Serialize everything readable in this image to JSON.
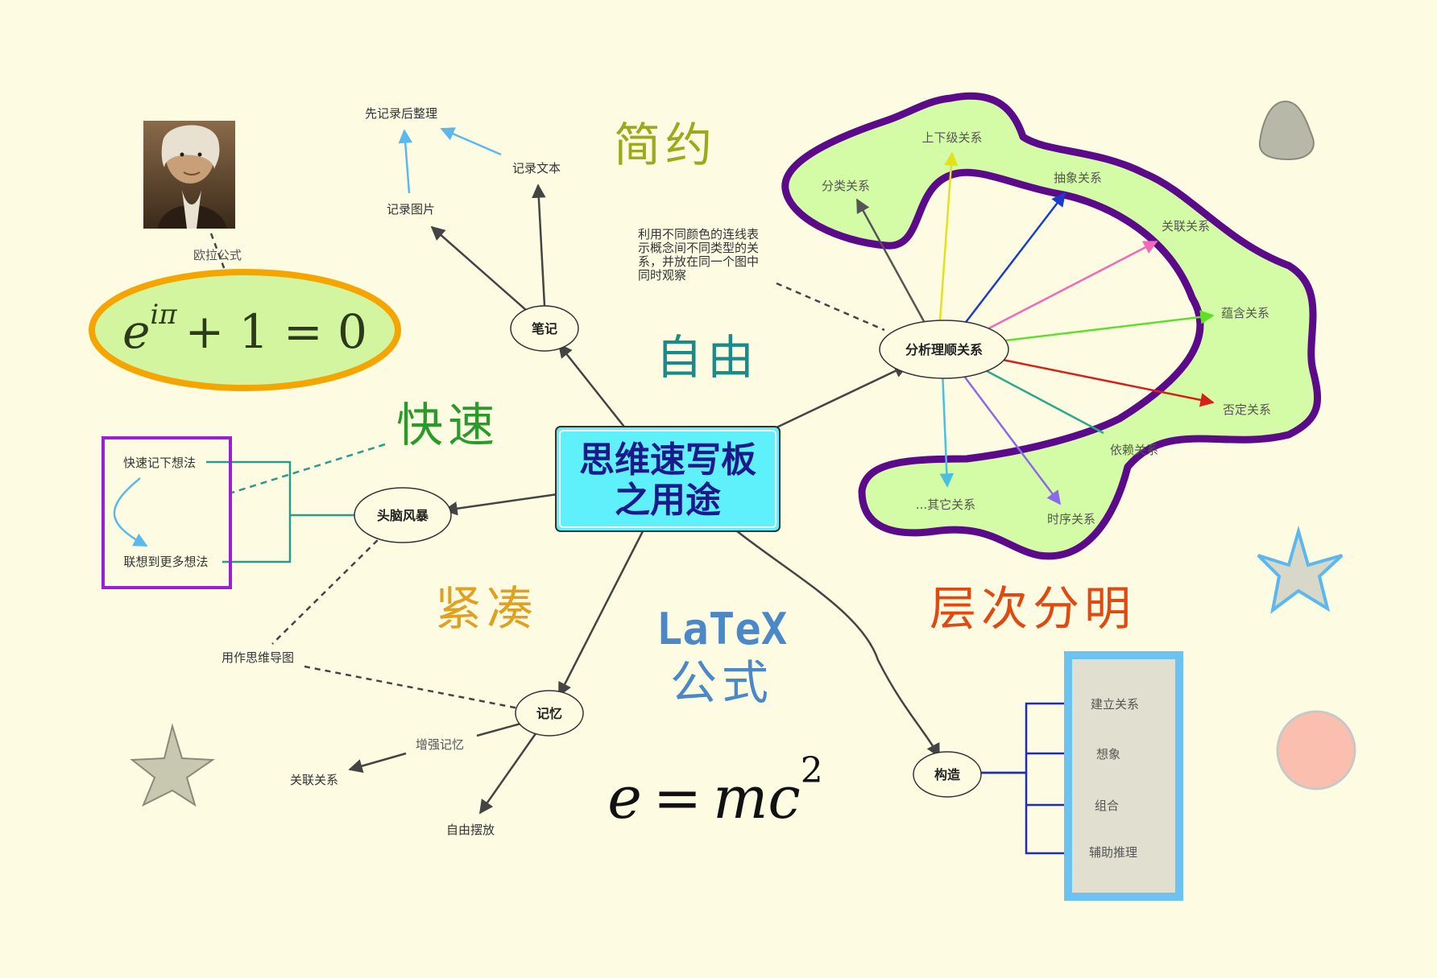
{
  "center": {
    "line1": "思维速写板",
    "line2": "之用途"
  },
  "nodes": {
    "notes": "笔记",
    "brainstorm": "头脑风暴",
    "memory": "记忆",
    "relations": "分析理顺关系",
    "construct": "构造"
  },
  "notes_branch": {
    "text_record": "记录文本",
    "image_record": "记录图片",
    "record_first": "先记录后整理"
  },
  "euler": {
    "label": "欧拉公式",
    "formula_base": "e",
    "formula_exp": "iπ",
    "formula_rest": "+ 1 = 0"
  },
  "brainstorm_box": {
    "idea1": "快速记下想法",
    "idea2": "联想到更多想法"
  },
  "mindmap_use": "用作思维导图",
  "memory_branch": {
    "enhance": "增强记忆",
    "assoc": "关联关系",
    "free": "自由摆放"
  },
  "relation_note": [
    "利用不同颜色的连线表",
    "示概念间不同类型的关",
    "系，并放在同一个图中",
    "同时观察"
  ],
  "relation_types": {
    "classify": "分类关系",
    "hierarchy": "上下级关系",
    "abstract": "抽象关系",
    "associate": "关联关系",
    "contain": "蕴含关系",
    "negate": "否定关系",
    "depend": "依赖关系",
    "sequence": "时序关系",
    "other": "...其它关系"
  },
  "construct_items": [
    "建立关系",
    "想象",
    "组合",
    "辅助推理"
  ],
  "keywords": {
    "simple": "简约",
    "free": "自由",
    "fast": "快速",
    "compact": "紧凑",
    "latex1": "LaTeX",
    "latex2": "公式",
    "layered": "层次分明"
  },
  "emc": {
    "lhs": "e",
    "eq": "=",
    "rhs": "mc",
    "exp": "2"
  },
  "colors": {
    "background": "#fdfce3",
    "center_fill": "#5ef0fb",
    "blob_fill": "#d4fba6",
    "blob_stroke": "#5b0a8a",
    "euler_fill": "#d4f5a0",
    "euler_stroke": "#f5a500",
    "purple_box": "#9b1fd6",
    "construct_box": "#6cc3f2",
    "kw_simple": "#9aaa1a",
    "kw_free": "#1a8a8a",
    "kw_fast": "#2a9a2a",
    "kw_compact": "#e0a020",
    "kw_latex": "#4a88c8",
    "kw_layered": "#e04a12"
  },
  "icons": [
    "portrait-image",
    "grey-drop-shape",
    "blue-star-shape",
    "grey-star-shape",
    "pink-circle-shape"
  ]
}
